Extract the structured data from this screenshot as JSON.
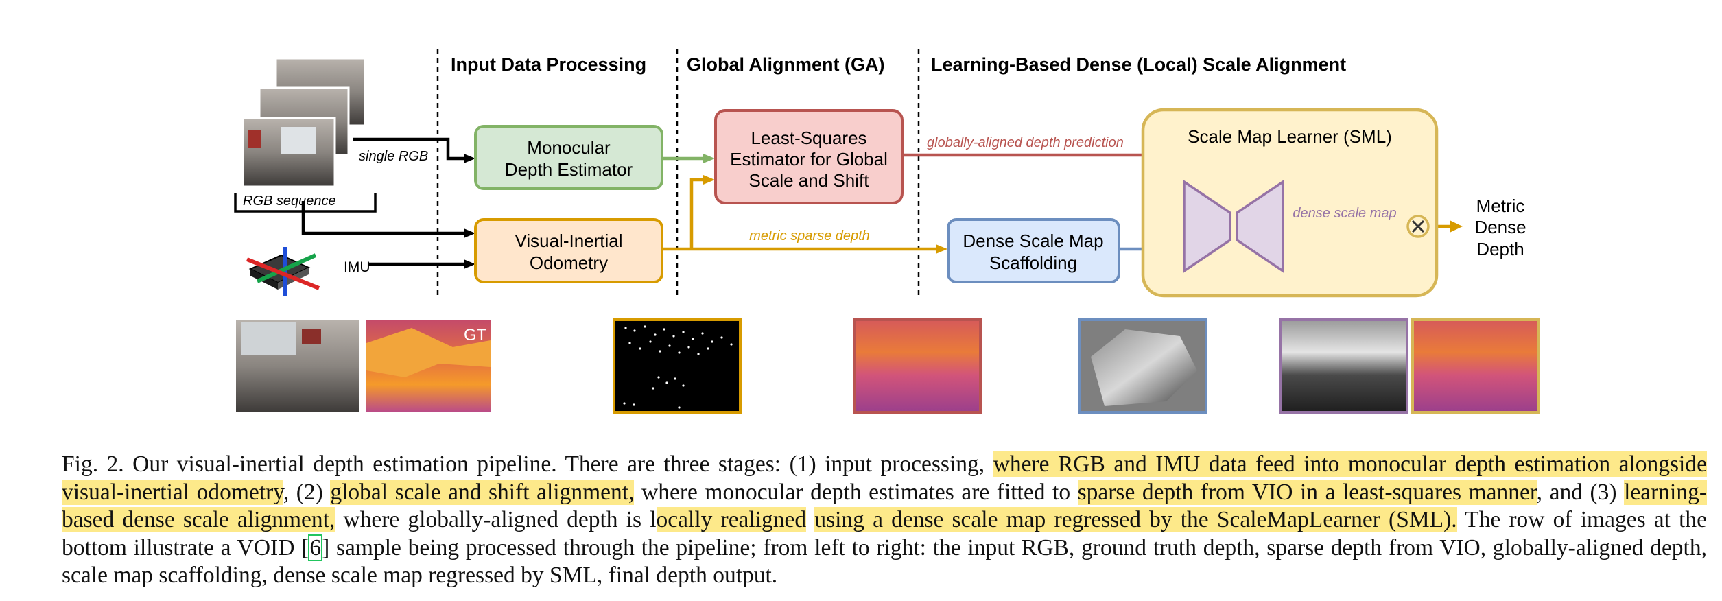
{
  "stages": {
    "input": "Input Data Processing",
    "ga": "Global Alignment (GA)",
    "sml": "Learning-Based Dense (Local) Scale Alignment"
  },
  "boxes": {
    "mde": [
      "Monocular",
      "Depth Estimator"
    ],
    "vio": [
      "Visual-Inertial",
      "Odometry"
    ],
    "ls": [
      "Least-Squares",
      "Estimator for Global",
      "Scale and Shift"
    ],
    "dsms": [
      "Dense Scale Map",
      "Scaffolding"
    ],
    "sml_title": "Scale Map Learner (SML)"
  },
  "labels": {
    "single_rgb": "single RGB",
    "rgb_sequence": "RGB sequence",
    "imu": "IMU",
    "ga_pred": "globally-aligned depth prediction",
    "metric_sparse": "metric sparse depth",
    "dense_scale_map": "dense scale map",
    "output": [
      "Metric",
      "Dense",
      "Depth"
    ],
    "gt": "GT"
  },
  "colors": {
    "green_fill": "#d5e8d4",
    "green_stroke": "#82b366",
    "orange_fill": "#ffe6cc",
    "orange_stroke": "#d79b00",
    "red_fill": "#f8cecc",
    "red_stroke": "#b85450",
    "blue_fill": "#dae8fc",
    "blue_stroke": "#6c8ebf",
    "yellow_fill": "#fff2cc",
    "yellow_stroke": "#d6b656",
    "purple_fill": "#e1d5e7",
    "purple_stroke": "#9673a6",
    "highlight": "#fde98a"
  },
  "caption": {
    "p1": "Fig. 2.  Our visual-inertial depth estimation pipeline. There are three stages: (1) input processing, ",
    "h1": "where RGB and IMU data feed into monocular depth estimation alongside visual-inertial odometry",
    "p2": ", (2) ",
    "h2": "global scale and shift alignment,",
    "p3": " where monocular depth estimates are fitted to ",
    "h3": "sparse depth from VIO in a least-squares manner",
    "p4": ", and (3) ",
    "h4": "learning-based dense scale alignment,",
    "p5": " where globally-aligned depth is l",
    "h5": "ocally realigned",
    "p6": " ",
    "h6": "using a dense scale map regressed by the ScaleMapLearner (SML).",
    "p7": " The row of images at the bottom illustrate a VOID [",
    "ref": "6",
    "p8": "] sample being processed through the pipeline; from left to right: the input RGB, ground truth depth, sparse depth from VIO, globally-aligned depth, scale map scaffolding, dense scale map regressed by SML, final depth output."
  }
}
